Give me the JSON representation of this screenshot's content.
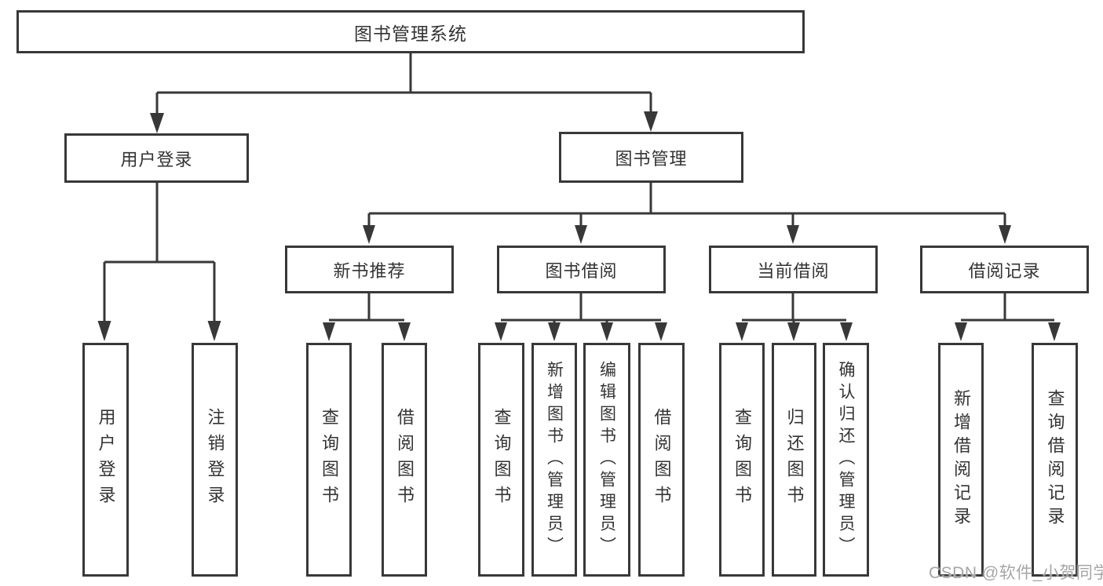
{
  "diagram": {
    "root": {
      "label": "图书管理系统"
    },
    "level2": {
      "user_login": {
        "label": "用户登录"
      },
      "book_mgmt": {
        "label": "图书管理"
      }
    },
    "level3": {
      "new_books": {
        "label": "新书推荐"
      },
      "book_borrow": {
        "label": "图书借阅"
      },
      "current_borrow": {
        "label": "当前借阅"
      },
      "borrow_records": {
        "label": "借阅记录"
      }
    },
    "leaves": {
      "user_login_leaf": "用户登录",
      "logout": "注销登录",
      "nb_query_books": "查询图书",
      "nb_borrow_books": "借阅图书",
      "bb_query_books": "查询图书",
      "bb_add_books": "新增图书（管理员）",
      "bb_edit_books": "编辑图书（管理员）",
      "bb_borrow_books": "借阅图书",
      "cb_query_books": "查询图书",
      "cb_return_books": "归还图书",
      "cb_confirm_return": "确认归还（管理员）",
      "rec_add_record": "新增借阅记录",
      "rec_query_record": "查询借阅记录"
    }
  },
  "watermark": {
    "text": "CSDN @软件_小贺同学"
  },
  "colors": {
    "line": "#383838",
    "text": "#333333",
    "background": "#ffffff",
    "watermark": "#a6a6a6"
  }
}
